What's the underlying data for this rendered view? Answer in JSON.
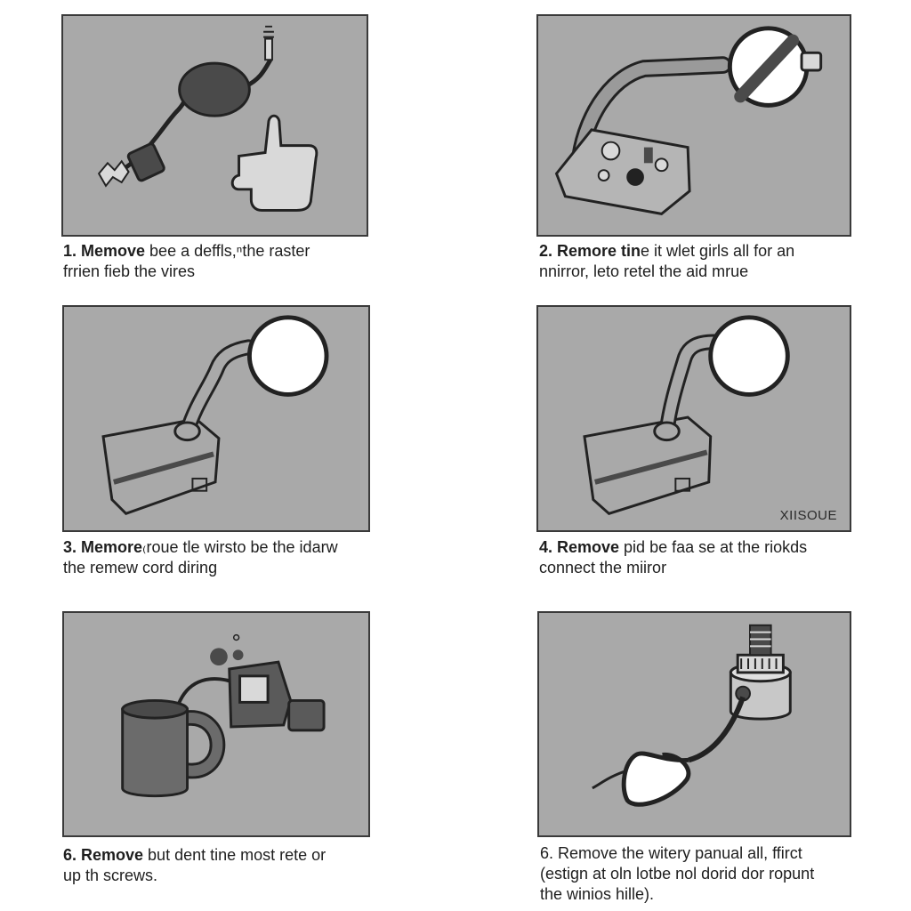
{
  "steps": [
    {
      "bold": "1. Memove",
      "line1": " bee a deffls,ⁿthe raster",
      "line2": "frrien fieb the vires"
    },
    {
      "bold": "2. Remore tin",
      "line1": "e it wlet girls all for an",
      "line2": "nnirror,  leto retel the aid mrue"
    },
    {
      "bold": "3. Memore",
      "line1": "₍roue tle wirsto be the idarw",
      "line2": "the remew cord diring"
    },
    {
      "bold": "4. Remove",
      "line1": " pid be faa se at the riokds",
      "line2": "connect the miiror",
      "tag": "XIISOUE"
    },
    {
      "bold": "6. Remove",
      "line1": " but dent tine most rete or",
      "line2": "up th screws."
    },
    {
      "plain": "6. Remove the witery panual all, ffirct",
      "line2": "(estign at oln lotbe nol dorid dor ropunt",
      "line3": "the winios hille)."
    }
  ],
  "colors": {
    "panel_bg": "#a9a9a9",
    "border": "#3a3a3a",
    "dark_part": "#4a4a4a",
    "mid_part": "#6b6b6b",
    "light_part": "#d9d9d9"
  }
}
